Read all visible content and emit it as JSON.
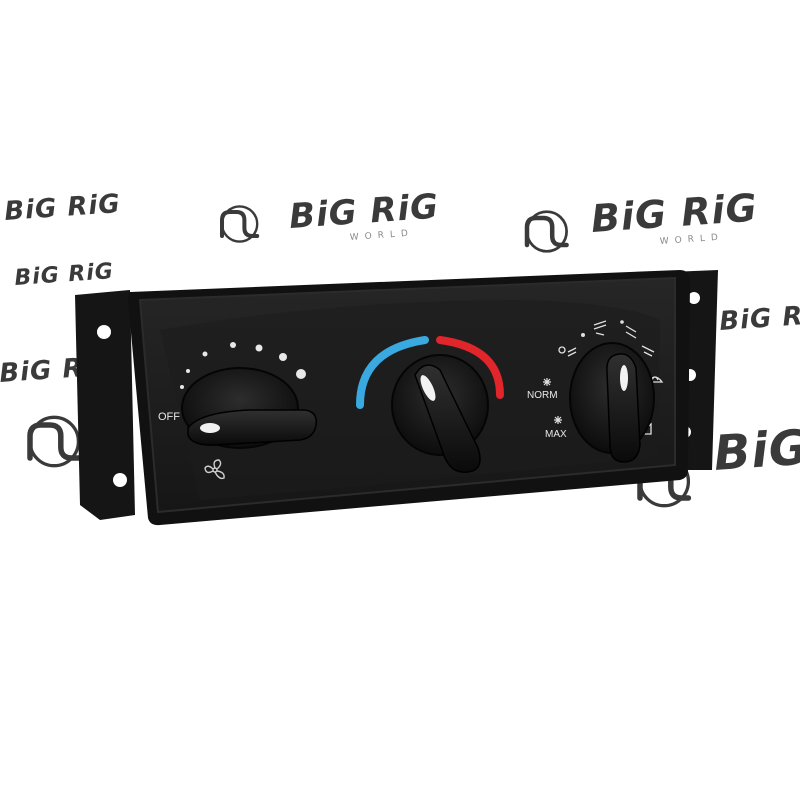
{
  "watermark": {
    "brand": "BiG RiG",
    "sub": "WORLD"
  },
  "panel": {
    "fan_off_label": "OFF",
    "mode_norm_label": "NORM",
    "mode_max_label": "MAX"
  },
  "colors": {
    "cold_arc": "#39a9e0",
    "hot_arc": "#e0252b",
    "panel_body": "#1a1a1a",
    "panel_face": "#202020",
    "markings": "#e8e8e8"
  },
  "icons": {
    "fan": "fan-icon",
    "watermark_logo": "big-rig-logo-icon",
    "vent_modes": [
      "vent-face-icon",
      "vent-bilevel-icon",
      "vent-floor-icon",
      "vent-floor-defrost-icon",
      "defrost-icon"
    ]
  }
}
